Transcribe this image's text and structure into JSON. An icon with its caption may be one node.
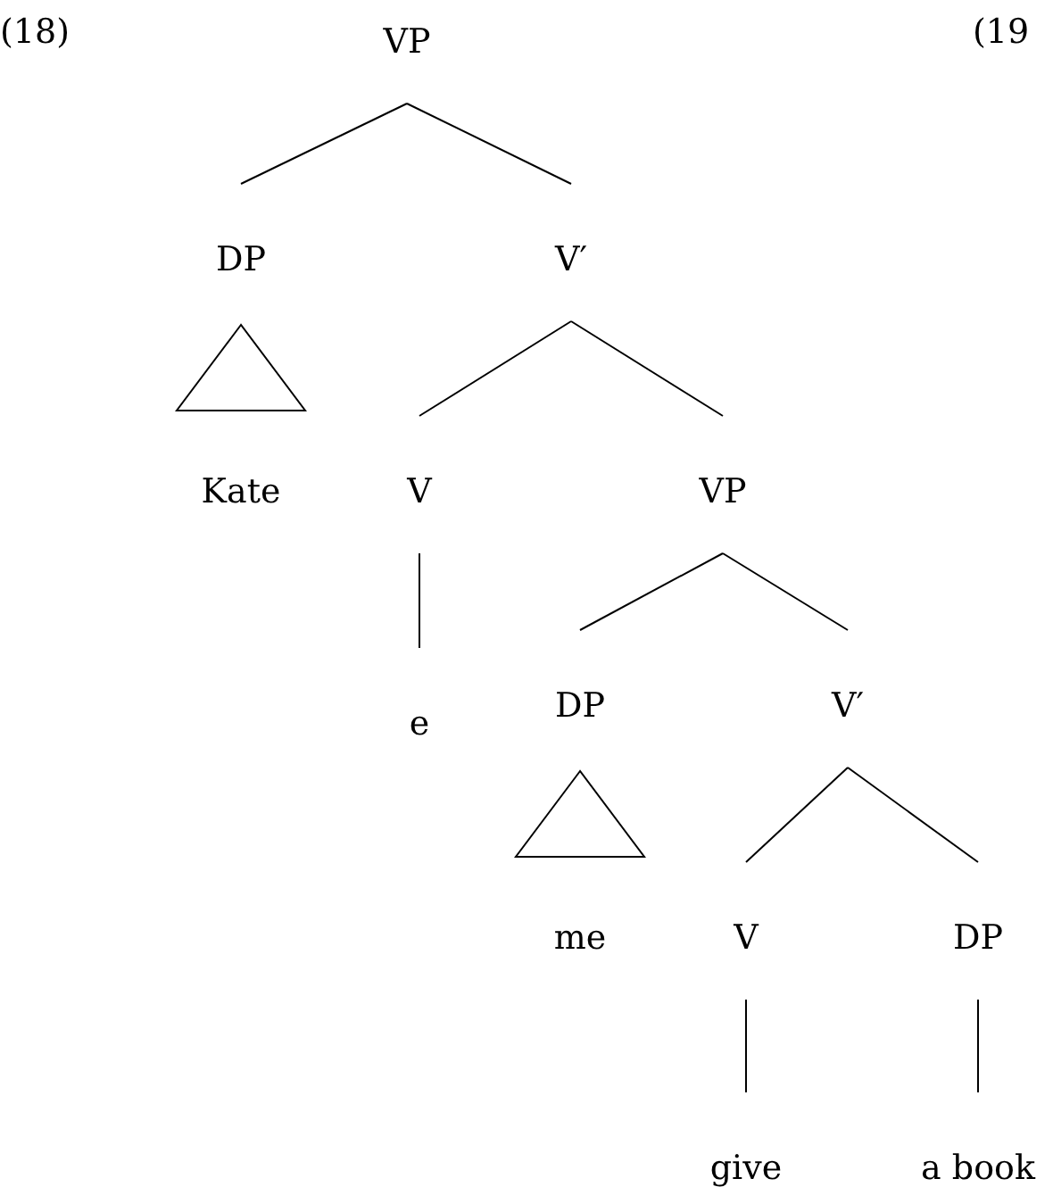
{
  "diagram": {
    "nodes": [
      {
        "text": [
          "VP"
        ]
      },
      {
        "text": [
          "DP"
        ]
      },
      {
        "text": [
          "V′"
        ]
      },
      {
        "text": [
          "Kate"
        ]
      },
      {
        "text": [
          "V"
        ]
      },
      {
        "text": [
          "VP"
        ]
      },
      {
        "text": [
          "e"
        ]
      },
      {
        "text": [
          "DP"
        ]
      },
      {
        "text": [
          "V′"
        ]
      },
      {
        "text": [
          "me"
        ]
      },
      {
        "text": [
          "V"
        ]
      },
      {
        "text": [
          "DP"
        ]
      },
      {
        "text": [
          "give"
        ]
      },
      {
        "text": [
          "a book"
        ]
      },
      {
        "text": [],
        "shape": "triangle"
      },
      {
        "text": [],
        "shape": "triangle"
      }
    ],
    "edges": [
      {
        "from": 0,
        "to": 1,
        "arrow": "none"
      },
      {
        "from": 0,
        "to": 2,
        "arrow": "none"
      },
      {
        "from": 2,
        "to": 4,
        "arrow": "none"
      },
      {
        "from": 2,
        "to": 5,
        "arrow": "none"
      },
      {
        "from": 4,
        "to": 6,
        "arrow": "none"
      },
      {
        "from": 5,
        "to": 7,
        "arrow": "none"
      },
      {
        "from": 5,
        "to": 8,
        "arrow": "none"
      },
      {
        "from": 8,
        "to": 10,
        "arrow": "none"
      },
      {
        "from": 8,
        "to": 11,
        "arrow": "none"
      },
      {
        "from": 10,
        "to": 12,
        "arrow": "none"
      },
      {
        "from": 11,
        "to": 13,
        "arrow": "none"
      }
    ],
    "labels": [
      "(18)",
      "(19"
    ]
  }
}
